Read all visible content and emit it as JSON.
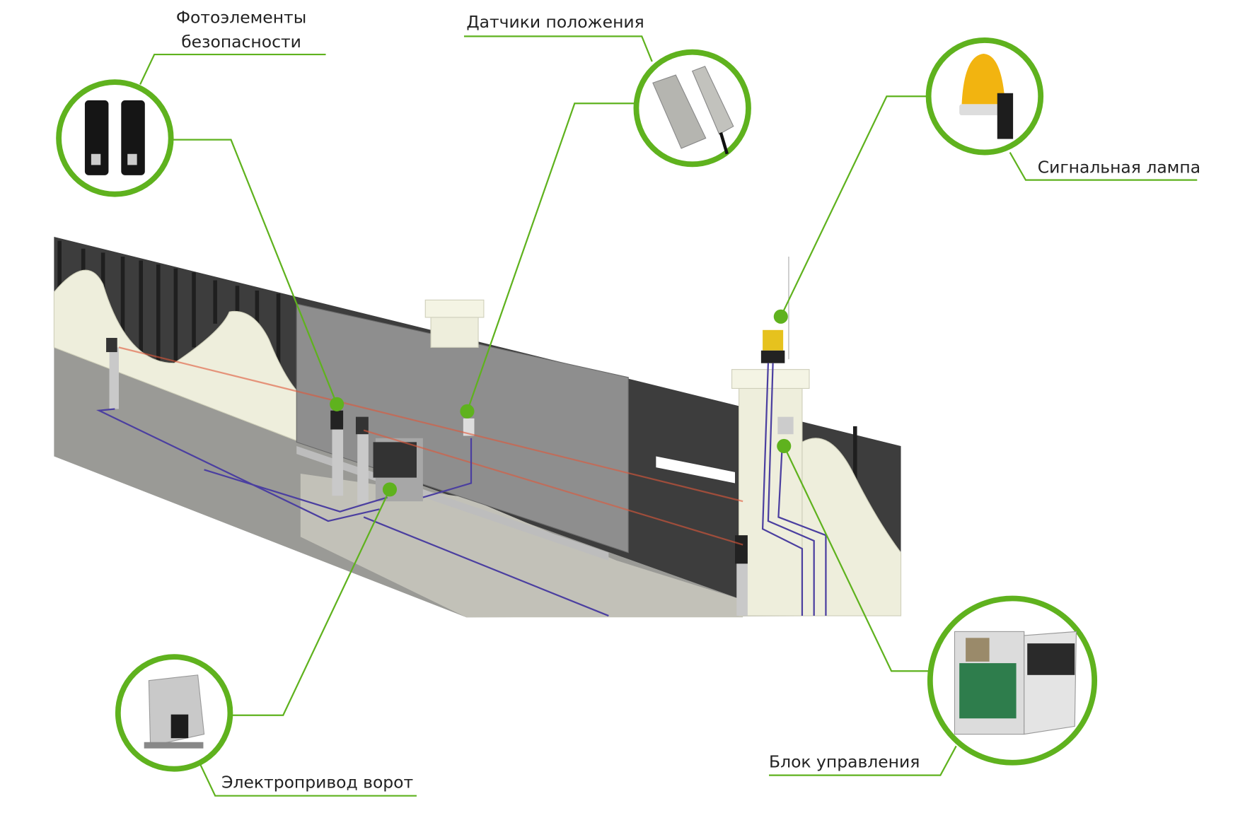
{
  "title": "Схема автоматических откатных ворот",
  "components": [
    {
      "id": "photocells",
      "label_line1": "Фотоэлементы",
      "label_line2": "безопасности",
      "icon": "photocell-icon"
    },
    {
      "id": "position-sensors",
      "label": "Датчики положения",
      "icon": "magnetic-sensor-icon"
    },
    {
      "id": "signal-lamp",
      "label": "Сигнальная лампа",
      "icon": "signal-lamp-icon"
    },
    {
      "id": "control-unit",
      "label": "Блок управления",
      "icon": "control-box-icon"
    },
    {
      "id": "gate-motor",
      "label": "Электропривод ворот",
      "icon": "gate-motor-icon"
    }
  ],
  "colors": {
    "accent": "#5fb21e",
    "wire": "#4b3fa0",
    "beam": "#e0583a",
    "pillar": "#eeeedc",
    "gate": "#8e8e8e",
    "road": "#3c3c3c"
  }
}
